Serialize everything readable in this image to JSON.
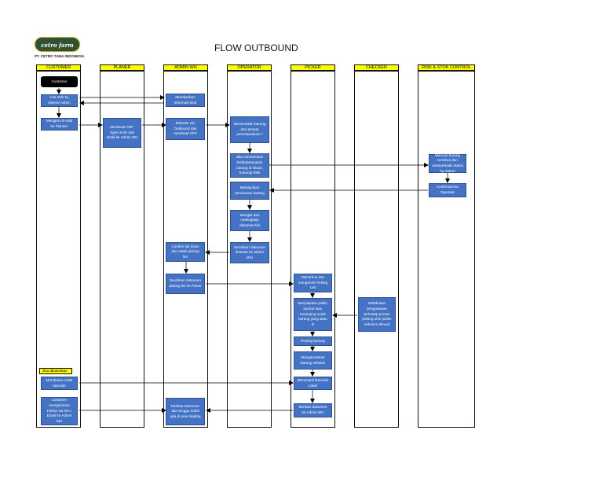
{
  "logo": {
    "text": "cetro farm"
  },
  "company": "PT. CETRO TAMA INDONESIA",
  "title": "FLOW OUTBOUND",
  "lanes": {
    "customer": "CUSTOMER",
    "planer": "PLANER",
    "admin_wh": "ADMIN WH",
    "operator": "OPERATOR",
    "picker": "PICKER",
    "checker": "CHECKER",
    "risk": "RISK & STOK CONTROL"
  },
  "boxes": {
    "customer_start": "Customer",
    "cek_stok": "Cek stok by sistem/ Admin",
    "kirim_email": "Mengirim E-mail ke Planner",
    "info_stok": "Memberikan informasi stok",
    "membuat_pdf": "Membuat PDF, Open SOH dan email ke Admin WH",
    "release_so": "Release SO Outbound dan membuat SPK",
    "menentukan": "Menentukan barang dan tempat penempatanan /",
    "ketidaksesuaian": "Jika menemukan ketidaksesuaian barang di lokasi, hubungi Risk",
    "mencari_barang": "Mencari barang tersebut dan memperbaiki status by sistem",
    "konfirmasi": "Konfirmasi ke Operator",
    "melanjutkan": "Melanjutkan penurunan barang",
    "mengisi": "Mengisi dan melengkapi dokumen list",
    "serahkan_list": "Serahkan dokumen lintasan ke admin WH",
    "confirm_list": "Confirm list down dan cetak picking list",
    "serahkan_picking": "Serahkan dokumen picking list ke Picker",
    "menerima": "Menerima dan mengecek Picking List",
    "menyiapkan": "Menyiapkan pallet, kardus atau keranjang untuk barang yang akan di",
    "pengawasan": "Melakukan pengawasan terhadap proses picking oleh picker sebelum dimuat",
    "picking": "Picking barang",
    "mengamankan": "Mengamankan Barang Setelah",
    "menempel": "Menempel Barcode Label",
    "berikan_admin": "Berikan dokumen ke Admin WH",
    "jika_dibutuhkan": "Jika dibutuhkan",
    "membantu_cetak": "Membantu cetak barcode",
    "customer_faktur": "Customer mengirimkan Faktur via WA / Email ke Admin WH",
    "periksa": "Periksa Dokumen dan tunggu mobil ada di area loading"
  }
}
